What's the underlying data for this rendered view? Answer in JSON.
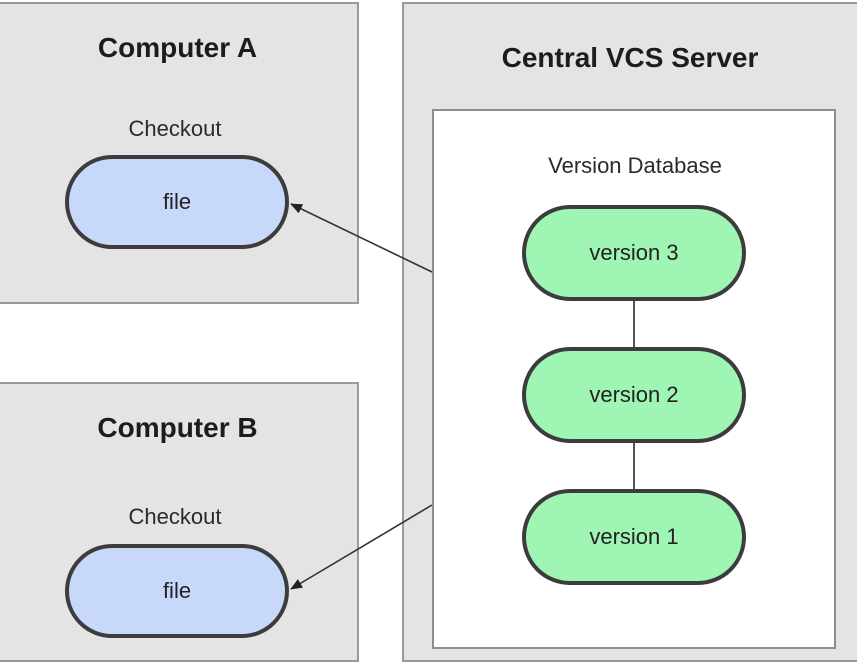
{
  "computer_a": {
    "title": "Computer A",
    "checkout_label": "Checkout",
    "file_label": "file"
  },
  "computer_b": {
    "title": "Computer B",
    "checkout_label": "Checkout",
    "file_label": "file"
  },
  "server": {
    "title": "Central VCS Server",
    "database_label": "Version Database",
    "versions": [
      "version 3",
      "version 2",
      "version 1"
    ]
  },
  "colors": {
    "panel_background": "#e4e4e4",
    "file_fill": "#c7d8fb",
    "version_fill": "#9ef5b4",
    "outline": "#3c3c3c"
  }
}
